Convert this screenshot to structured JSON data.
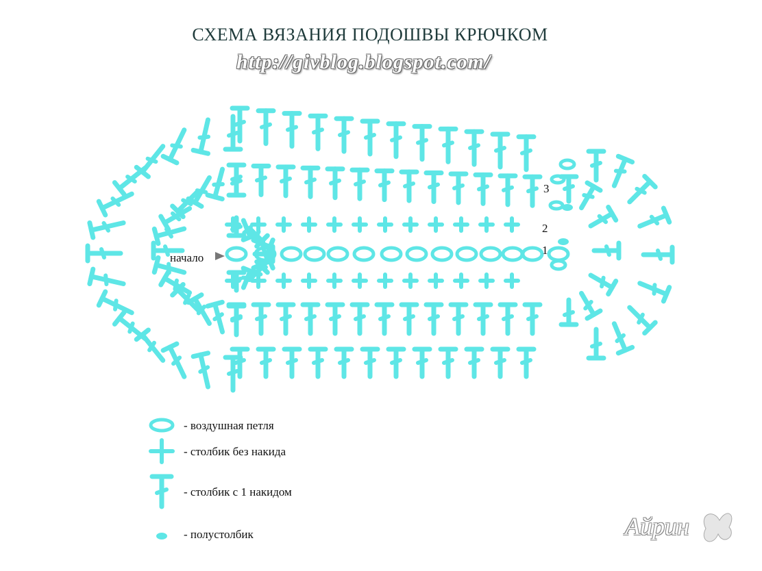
{
  "title": "СХЕМА ВЯЗАНИЯ ПОДОШВЫ КРЮЧКОМ",
  "watermark_url": "http://givblog.blogspot.com/",
  "labels": {
    "start": "начало",
    "row1": "1",
    "row2": "2",
    "row3": "3"
  },
  "legend": [
    {
      "symbol": "chain",
      "text": "- воздушная петля"
    },
    {
      "symbol": "single-crochet",
      "text": "- столбик без накида"
    },
    {
      "symbol": "double-crochet",
      "text": "- столбик с 1 накидом"
    },
    {
      "symbol": "slip-stitch",
      "text": "- полустолбик"
    }
  ],
  "signature": "Айрин",
  "colors": {
    "stitch": "#5ee6e6",
    "text": "#111111",
    "title": "#1f3b3b"
  }
}
